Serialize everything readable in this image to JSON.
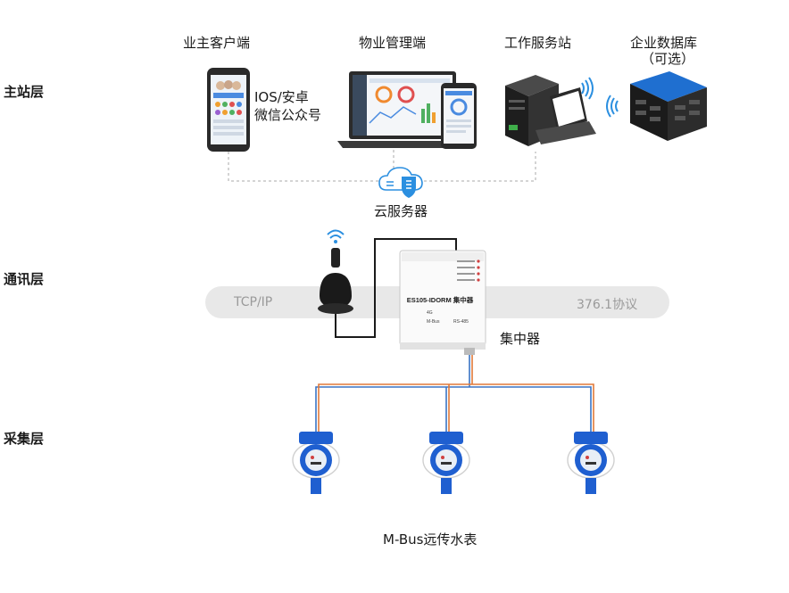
{
  "layers": {
    "master": "主站层",
    "comm": "通讯层",
    "collect": "采集层"
  },
  "nodes": {
    "owner_client": "业主客户端",
    "owner_sub1": "IOS/安卓",
    "owner_sub2": "微信公众号",
    "property": "物业管理端",
    "workstation": "工作服务站",
    "database": "企业数据库",
    "database_sub": "（可选）",
    "cloud": "云服务器",
    "concentrator": "集中器",
    "meters": "M-Bus远传水表"
  },
  "band": {
    "left": "TCP/IP",
    "right": "376.1协议"
  },
  "device": {
    "model": "ES105-IDORM 集中器",
    "port1": "4G",
    "port2": "M-Bus",
    "port3": "RS-485"
  },
  "colors": {
    "wire_blue": "#3a74c4",
    "wire_orange": "#e07a3a",
    "meter_blue": "#1f5fd0",
    "cloud_blue": "#2b8fe0"
  }
}
